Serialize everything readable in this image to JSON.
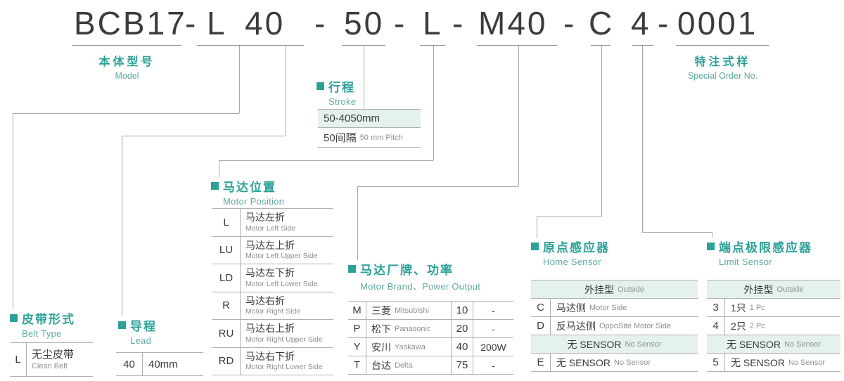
{
  "colors": {
    "accent": "#2ca198",
    "accent_soft": "#5fa9a1",
    "row_shade": "#e4f1ec",
    "line": "#b0b0b0",
    "conn": "#a8a8a8",
    "text": "#3b3b3b",
    "subtext": "#8f8f8f"
  },
  "title_segments": [
    {
      "text": "BCB17"
    },
    {
      "text": "-"
    },
    {
      "text": "L"
    },
    {
      "text": "40"
    },
    {
      "text": "-"
    },
    {
      "text": "50"
    },
    {
      "text": "-"
    },
    {
      "text": "L"
    },
    {
      "text": "-"
    },
    {
      "text": "M40"
    },
    {
      "text": "-"
    },
    {
      "text": "C"
    },
    {
      "text": "4"
    },
    {
      "text": "-"
    },
    {
      "text": "0001"
    }
  ],
  "model": {
    "zh": "本体型号",
    "en": "Model"
  },
  "special_order": {
    "zh": "特注式样",
    "en": "Special Order No."
  },
  "stroke": {
    "zh": "行程",
    "en": "Stroke",
    "range": "50-4050mm",
    "pitch_zh": "50间隔",
    "pitch_en": "50 mm Pitch"
  },
  "motor_position": {
    "zh": "马达位置",
    "en": "Motor Position",
    "rows": [
      {
        "code": "L",
        "zh": "马达左折",
        "en": "Motor Left Side"
      },
      {
        "code": "LU",
        "zh": "马达左上折",
        "en": "Motor Left Upper Side"
      },
      {
        "code": "LD",
        "zh": "马达左下折",
        "en": "Motor Left Lower Side"
      },
      {
        "code": "R",
        "zh": "马达右折",
        "en": "Motor Right Side"
      },
      {
        "code": "RU",
        "zh": "马达右上折",
        "en": "Motor Right Upper Side"
      },
      {
        "code": "RD",
        "zh": "马达右下折",
        "en": "Motor Right Lower Side"
      }
    ]
  },
  "belt_type": {
    "zh": "皮带形式",
    "en": "Belt Type",
    "rows": [
      {
        "code": "L",
        "zh": "无尘皮带",
        "en": "Clean Belt"
      }
    ]
  },
  "lead": {
    "zh": "导程",
    "en": "Lead",
    "rows": [
      {
        "code": "40",
        "value": "40mm"
      }
    ]
  },
  "motor_brand": {
    "zh": "马达厂牌、功率",
    "en": "Motor Brand、Power Output",
    "rows": [
      {
        "code": "M",
        "zh": "三菱",
        "en": "Mitsubishi",
        "power_code": "10",
        "power": "-"
      },
      {
        "code": "P",
        "zh": "松下",
        "en": "Panasonic",
        "power_code": "20",
        "power": "-"
      },
      {
        "code": "Y",
        "zh": "安川",
        "en": "Yaskawa",
        "power_code": "40",
        "power": "200W"
      },
      {
        "code": "T",
        "zh": "台达",
        "en": "Delta",
        "power_code": "75",
        "power": "-"
      }
    ]
  },
  "home_sensor": {
    "zh": "原点感应器",
    "en": "Home Sensor",
    "group_outside": {
      "zh": "外挂型",
      "en": "Outside"
    },
    "rows": [
      {
        "code": "C",
        "zh": "马达侧",
        "en": "Motor Side"
      },
      {
        "code": "D",
        "zh": "反马达侧",
        "en": "OppoSite Motor Side"
      }
    ],
    "group_none": {
      "zh": "无 SENSOR",
      "en": "No Sensor"
    },
    "rows_none": [
      {
        "code": "E",
        "zh": "无 SENSOR",
        "en": "No Sensor"
      }
    ]
  },
  "limit_sensor": {
    "zh": "端点极限感应器",
    "en": "Limit Sensor",
    "group_outside": {
      "zh": "外挂型",
      "en": "Outside"
    },
    "rows": [
      {
        "code": "3",
        "zh": "1只",
        "en": "1 Pc"
      },
      {
        "code": "4",
        "zh": "2只",
        "en": "2 Pc"
      }
    ],
    "group_none": {
      "zh": "无 SENSOR",
      "en": "No Sensor"
    },
    "rows_none": [
      {
        "code": "5",
        "zh": "无 SENSOR",
        "en": "No Sensor"
      }
    ]
  }
}
